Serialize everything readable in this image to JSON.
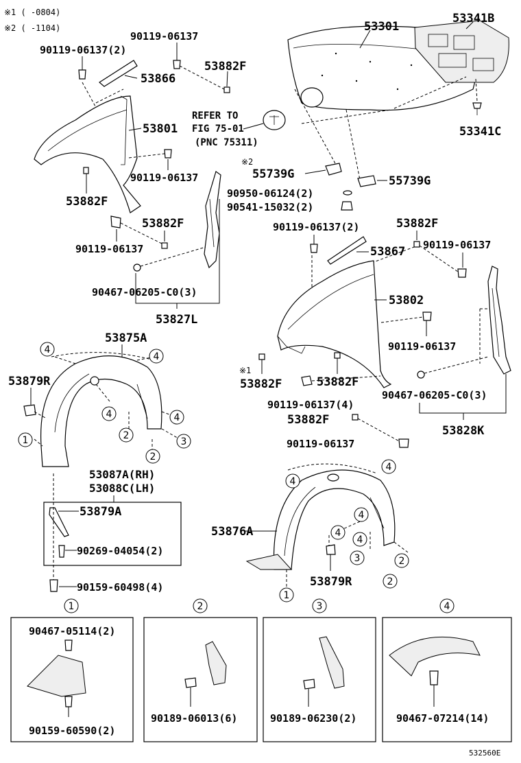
{
  "notes": {
    "n1": "※1 (       -0804)",
    "n2": "※2 (       -1104)",
    "ref_mark": "※2",
    "det_mark": "※1"
  },
  "refer": {
    "line1": "REFER TO",
    "line2": "FIG 75-01",
    "line3": "(PNC 75311)"
  },
  "labels": {
    "p53301": "53301",
    "p53341B": "53341B",
    "p53341C": "53341C",
    "p90119_top2": "90119-06137(2)",
    "p90119_top": "90119-06137",
    "p53882F_top": "53882F",
    "p53866": "53866",
    "p53801": "53801",
    "p90119_mid": "90119-06137",
    "p53882F_l1": "53882F",
    "p53882F_l2": "53882F",
    "p90119_l3": "90119-06137",
    "p90467_l": "90467-06205-C0(3)",
    "p53827L": "53827L",
    "p55739G_a": "55739G",
    "p55739G_b": "55739G",
    "p90950": "90950-06124(2)",
    "p90541": "90541-15032(2)",
    "p90119_r2": "90119-06137(2)",
    "p53882F_r1": "53882F",
    "p90119_r1": "90119-06137",
    "p53867": "53867",
    "p53802": "53802",
    "p90119_r3": "90119-06137",
    "p53882F_r2": "53882F",
    "p53882F_r3": "53882F",
    "p90119_r4": "90119-06137(4)",
    "p90467_r": "90467-06205-C0(3)",
    "p53882F_r4": "53882F",
    "p53828K": "53828K",
    "p90119_r5": "90119-06137",
    "p53875A": "53875A",
    "p53879R_l": "53879R",
    "p53087A": "53087A(RH)",
    "p53088C": "53088C(LH)",
    "p53879A": "53879A",
    "p90269": "90269-04054(2)",
    "p90159_a": "90159-60498(4)",
    "p53876A": "53876A",
    "p53879R_r": "53879R",
    "d1_a": "90467-05114(2)",
    "d1_b": "90159-60590(2)",
    "d2": "90189-06013(6)",
    "d3": "90189-06230(2)",
    "d4": "90467-07214(14)",
    "code": "532560E"
  },
  "callouts": {
    "c1": "1",
    "c2": "2",
    "c3": "3",
    "c4": "4"
  }
}
